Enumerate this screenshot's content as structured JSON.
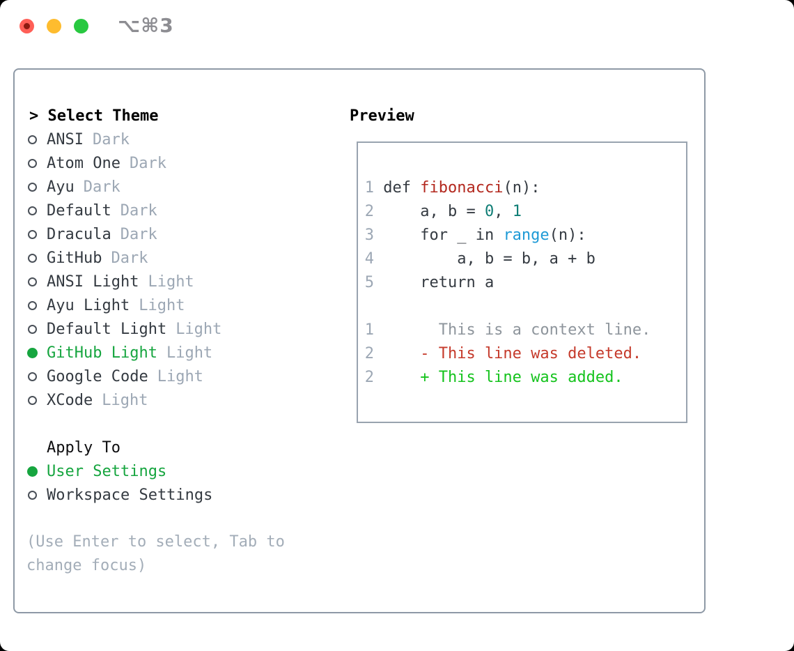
{
  "window": {
    "title": "⌥⌘3"
  },
  "theme_selector": {
    "prompt": ">",
    "header": "Select Theme",
    "themes": [
      {
        "name": "ANSI",
        "variant": "Dark",
        "selected": false
      },
      {
        "name": "Atom One",
        "variant": "Dark",
        "selected": false
      },
      {
        "name": "Ayu",
        "variant": "Dark",
        "selected": false
      },
      {
        "name": "Default",
        "variant": "Dark",
        "selected": false
      },
      {
        "name": "Dracula",
        "variant": "Dark",
        "selected": false
      },
      {
        "name": "GitHub",
        "variant": "Dark",
        "selected": false
      },
      {
        "name": "ANSI Light",
        "variant": "Light",
        "selected": false
      },
      {
        "name": "Ayu Light",
        "variant": "Light",
        "selected": false
      },
      {
        "name": "Default Light",
        "variant": "Light",
        "selected": false
      },
      {
        "name": "GitHub Light",
        "variant": "Light",
        "selected": true
      },
      {
        "name": "Google Code",
        "variant": "Light",
        "selected": false
      },
      {
        "name": "XCode",
        "variant": "Light",
        "selected": false
      }
    ]
  },
  "apply_to": {
    "header": "Apply To",
    "options": [
      {
        "label": "User Settings",
        "selected": true
      },
      {
        "label": "Workspace Settings",
        "selected": false
      }
    ]
  },
  "hint": "(Use Enter to select, Tab to change focus)",
  "preview": {
    "header": "Preview",
    "lines": [
      {
        "num": "1",
        "tokens": [
          {
            "t": " def ",
            "c": "plain"
          },
          {
            "t": "fibonacci",
            "c": "func"
          },
          {
            "t": "(n):",
            "c": "plain"
          }
        ]
      },
      {
        "num": "2",
        "tokens": [
          {
            "t": "     a, b = ",
            "c": "plain"
          },
          {
            "t": "0",
            "c": "num"
          },
          {
            "t": ", ",
            "c": "plain"
          },
          {
            "t": "1",
            "c": "num"
          }
        ]
      },
      {
        "num": "3",
        "tokens": [
          {
            "t": "     for _ in ",
            "c": "plain"
          },
          {
            "t": "range",
            "c": "builtin"
          },
          {
            "t": "(n):",
            "c": "plain"
          }
        ]
      },
      {
        "num": "4",
        "tokens": [
          {
            "t": "         a, b = b, a + b",
            "c": "plain"
          }
        ]
      },
      {
        "num": "5",
        "tokens": [
          {
            "t": "     return a",
            "c": "plain"
          }
        ]
      },
      {
        "num": "",
        "tokens": []
      },
      {
        "num": "1",
        "tokens": [
          {
            "t": "       This is a context line.",
            "c": "context"
          }
        ]
      },
      {
        "num": "2",
        "tokens": [
          {
            "t": "     - This line was deleted.",
            "c": "deleted"
          }
        ]
      },
      {
        "num": "2",
        "tokens": [
          {
            "t": "     + This line was added.",
            "c": "added"
          }
        ]
      }
    ]
  },
  "colors": {
    "accent-green": "#16a53f",
    "added-green": "#15c31d",
    "deleted-red": "#c53a2b",
    "func-red": "#b3281e",
    "builtin-blue": "#1e9ad6",
    "num-teal": "#0e7d75",
    "code-plain": "#343a41",
    "text-dark": "#343a41",
    "line-number": "#9ca7b4",
    "context-gray": "#8e959c",
    "desc-gray": "#9ca7b4",
    "hint-gray": "#a3adb8",
    "panel-border": "#8e99a6",
    "box-border": "#99a3af",
    "title-gray": "#8d8d92",
    "traffic-red": "#ff5f57",
    "traffic-red-dot": "#8c1a10",
    "traffic-yellow": "#febc2e",
    "traffic-green": "#28c840"
  }
}
